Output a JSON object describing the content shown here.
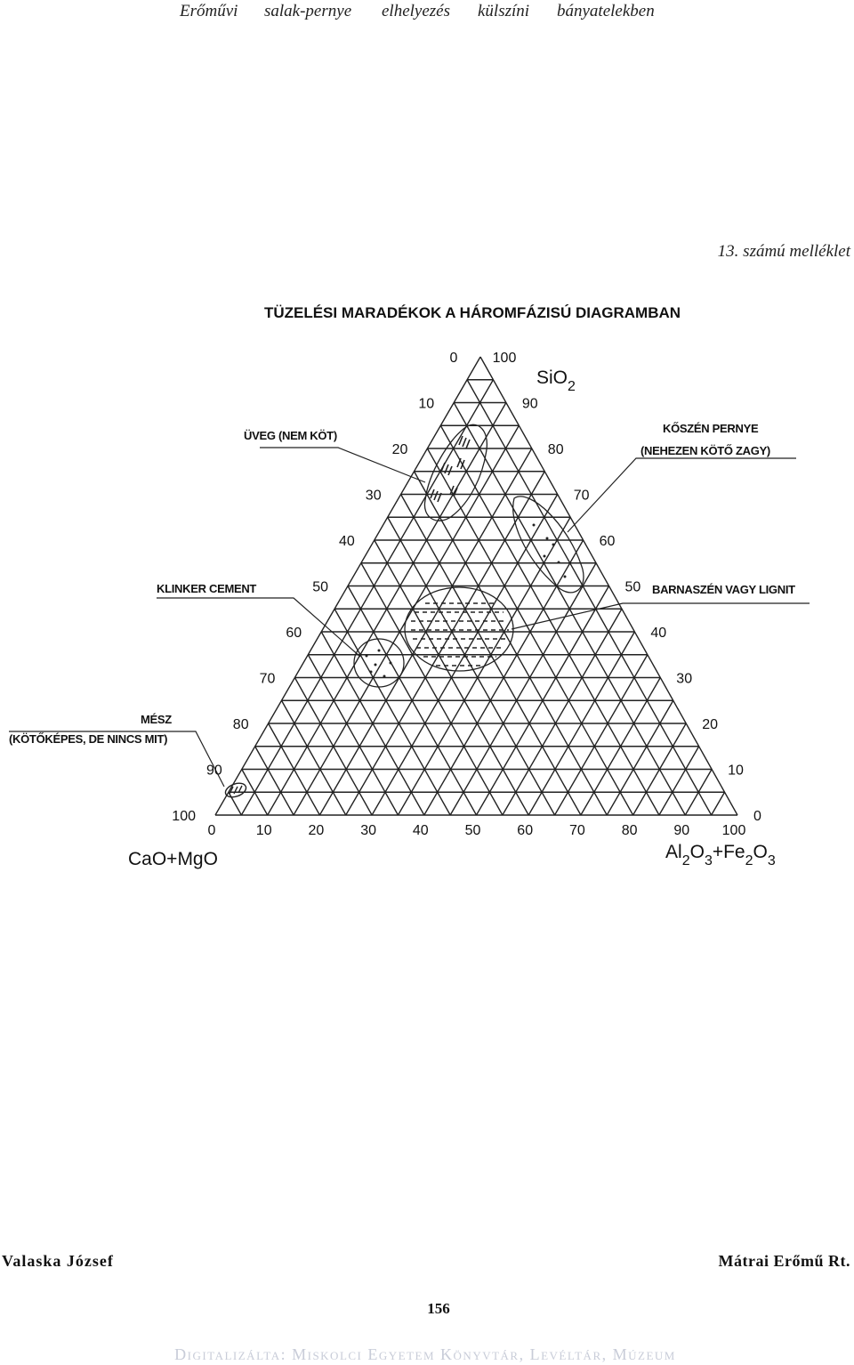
{
  "header": {
    "words": [
      "Erőművi",
      "salak-pernye",
      "elhelyezés",
      "külszíni",
      "bányatelekben"
    ]
  },
  "annex": "13.  számú  melléklet",
  "title": "TÜZELÉSI MARADÉKOK A HÁROMFÁZISÚ DIAGRAMBAN",
  "diagram": {
    "apex_top_label": "SiO",
    "apex_top_sub": "2",
    "apex_left_label": "CaO+MgO",
    "apex_right_label_parts": [
      "Al",
      "2",
      "O",
      "3",
      "+Fe",
      "2",
      "O",
      "3"
    ],
    "top_apex_ticks": [
      "0",
      "100"
    ],
    "left_edge_ticks": [
      "10",
      "20",
      "30",
      "40",
      "50",
      "60",
      "70",
      "80",
      "90",
      "100"
    ],
    "right_edge_ticks": [
      "90",
      "80",
      "70",
      "60",
      "50",
      "40",
      "30",
      "20",
      "10",
      "0"
    ],
    "bottom_ticks": [
      "0",
      "10",
      "20",
      "30",
      "40",
      "50",
      "60",
      "70",
      "80",
      "90",
      "100"
    ],
    "annotations": {
      "glass": "ÜVEG (NEM KÖT)",
      "coal_ash_1": "KŐSZÉN PERNYE",
      "coal_ash_2": "(NEHEZEN KÖTŐ ZAGY)",
      "clinker": "KLINKER CEMENT",
      "brown_coal": "BARNASZÉN VAGY LIGNIT",
      "lime_1": "MÉSZ",
      "lime_2": "(KÖTŐKÉPES, DE NINCS MIT)"
    }
  },
  "footer": {
    "author": "Valaska József",
    "company": "Mátrai Erőmű Rt.",
    "page": "156",
    "digitized": "Digitalizálta: Miskolci Egyetem Könyvtár, Levéltár, Múzeum"
  }
}
